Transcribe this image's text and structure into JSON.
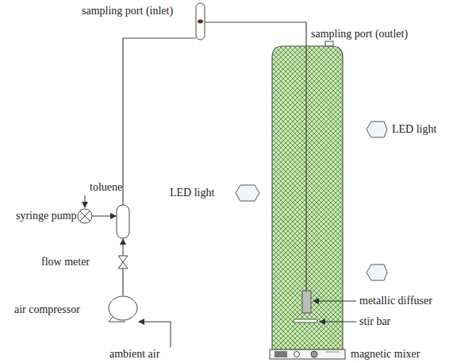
{
  "diagram": {
    "labels": [
      "sampling port (inlet)",
      "sampling port (outlet)",
      "LED light",
      "toluene",
      "LED light",
      "syringe pump",
      "flow meter",
      "air compressor",
      "metallic diffuser",
      "stir bar",
      "ambient air",
      "magnetic mixer"
    ]
  }
}
